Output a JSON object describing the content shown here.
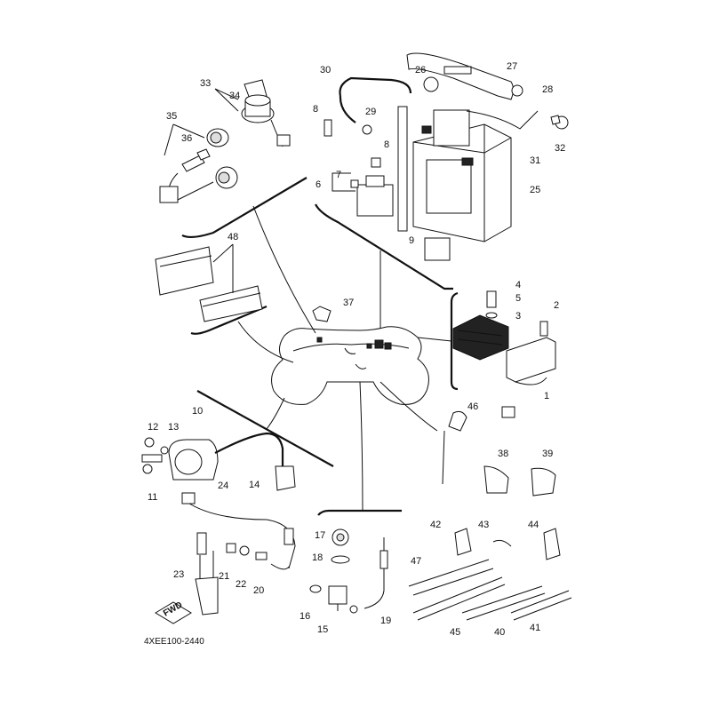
{
  "diagram": {
    "code": "4XEE100-2440",
    "fwd_label": "FWD",
    "callouts": [
      "1",
      "2",
      "3",
      "4",
      "5",
      "6",
      "7",
      "8",
      "8",
      "9",
      "10",
      "11",
      "12",
      "13",
      "14",
      "15",
      "16",
      "17",
      "18",
      "19",
      "20",
      "21",
      "22",
      "23",
      "24",
      "25",
      "26",
      "27",
      "28",
      "29",
      "30",
      "31",
      "32",
      "33",
      "34",
      "35",
      "36",
      "37",
      "38",
      "39",
      "40",
      "41",
      "42",
      "43",
      "44",
      "45",
      "46",
      "47",
      "48"
    ]
  }
}
